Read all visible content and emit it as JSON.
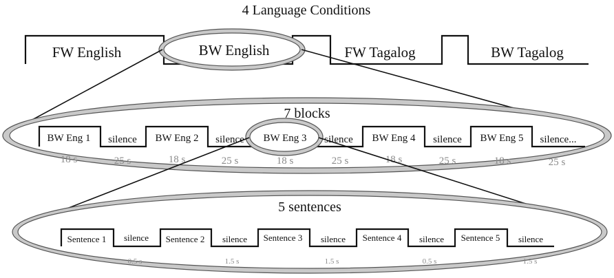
{
  "title": "4 Language Conditions",
  "conditions": [
    "FW English",
    "BW English",
    "FW Tagalog",
    "BW Tagalog"
  ],
  "blocks_panel": {
    "title": "7 blocks",
    "segments": [
      "BW Eng 1",
      "silence",
      "BW Eng 2",
      "silence",
      "BW Eng 3",
      "silence",
      "BW Eng 4",
      "silence",
      "BW Eng 5",
      "silence..."
    ],
    "durations": [
      "18 s",
      "25 s",
      "18 s",
      "25 s",
      "18 s",
      "25 s",
      "18 s",
      "25 s",
      "18 s",
      "25 s"
    ]
  },
  "sentences_panel": {
    "title": "5 sentences",
    "segments": [
      "Sentence 1",
      "silence",
      "Sentence 2",
      "silence",
      "Sentence 3",
      "silence",
      "Sentence 4",
      "silence",
      "Sentence 5",
      "silence"
    ],
    "durations": [
      "0.5 s",
      "1.5 s",
      "1.5 s",
      "0.5 s",
      "1.5 s"
    ]
  }
}
